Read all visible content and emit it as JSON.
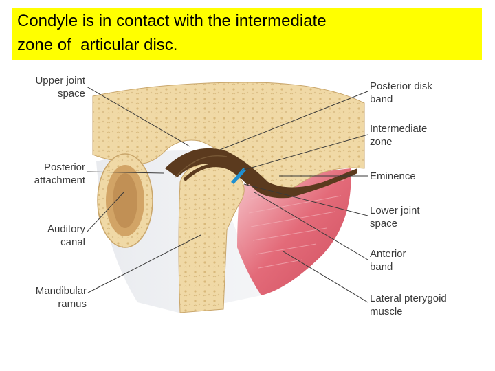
{
  "title": {
    "line1": "Condyle is in contact with the intermediate",
    "line2": "zone of  articular disc."
  },
  "labels": {
    "upper_joint_space": [
      "Upper joint",
      "space"
    ],
    "posterior_attachment": [
      "Posterior",
      "attachment"
    ],
    "auditory_canal": [
      "Auditory",
      "canal"
    ],
    "mandibular_ramus": [
      "Mandibular",
      "ramus"
    ],
    "posterior_disk_band": [
      "Posterior disk",
      "band"
    ],
    "intermediate_zone": [
      "Intermediate",
      "zone"
    ],
    "eminence": [
      "Eminence"
    ],
    "lower_joint_space": [
      "Lower joint",
      "space"
    ],
    "anterior_band": [
      "Anterior",
      "band"
    ],
    "lateral_pterygoid_muscle": [
      "Lateral pterygoid",
      "muscle"
    ]
  },
  "colors": {
    "title_bg": "#ffff00",
    "bone": "#f0d9a6",
    "bone_dark": "#d9b97a",
    "disc": "#5b3a1e",
    "muscle": "#d8485a",
    "soft_tissue": "#e6e8ec",
    "contact_marker": "#1f8fd0"
  }
}
